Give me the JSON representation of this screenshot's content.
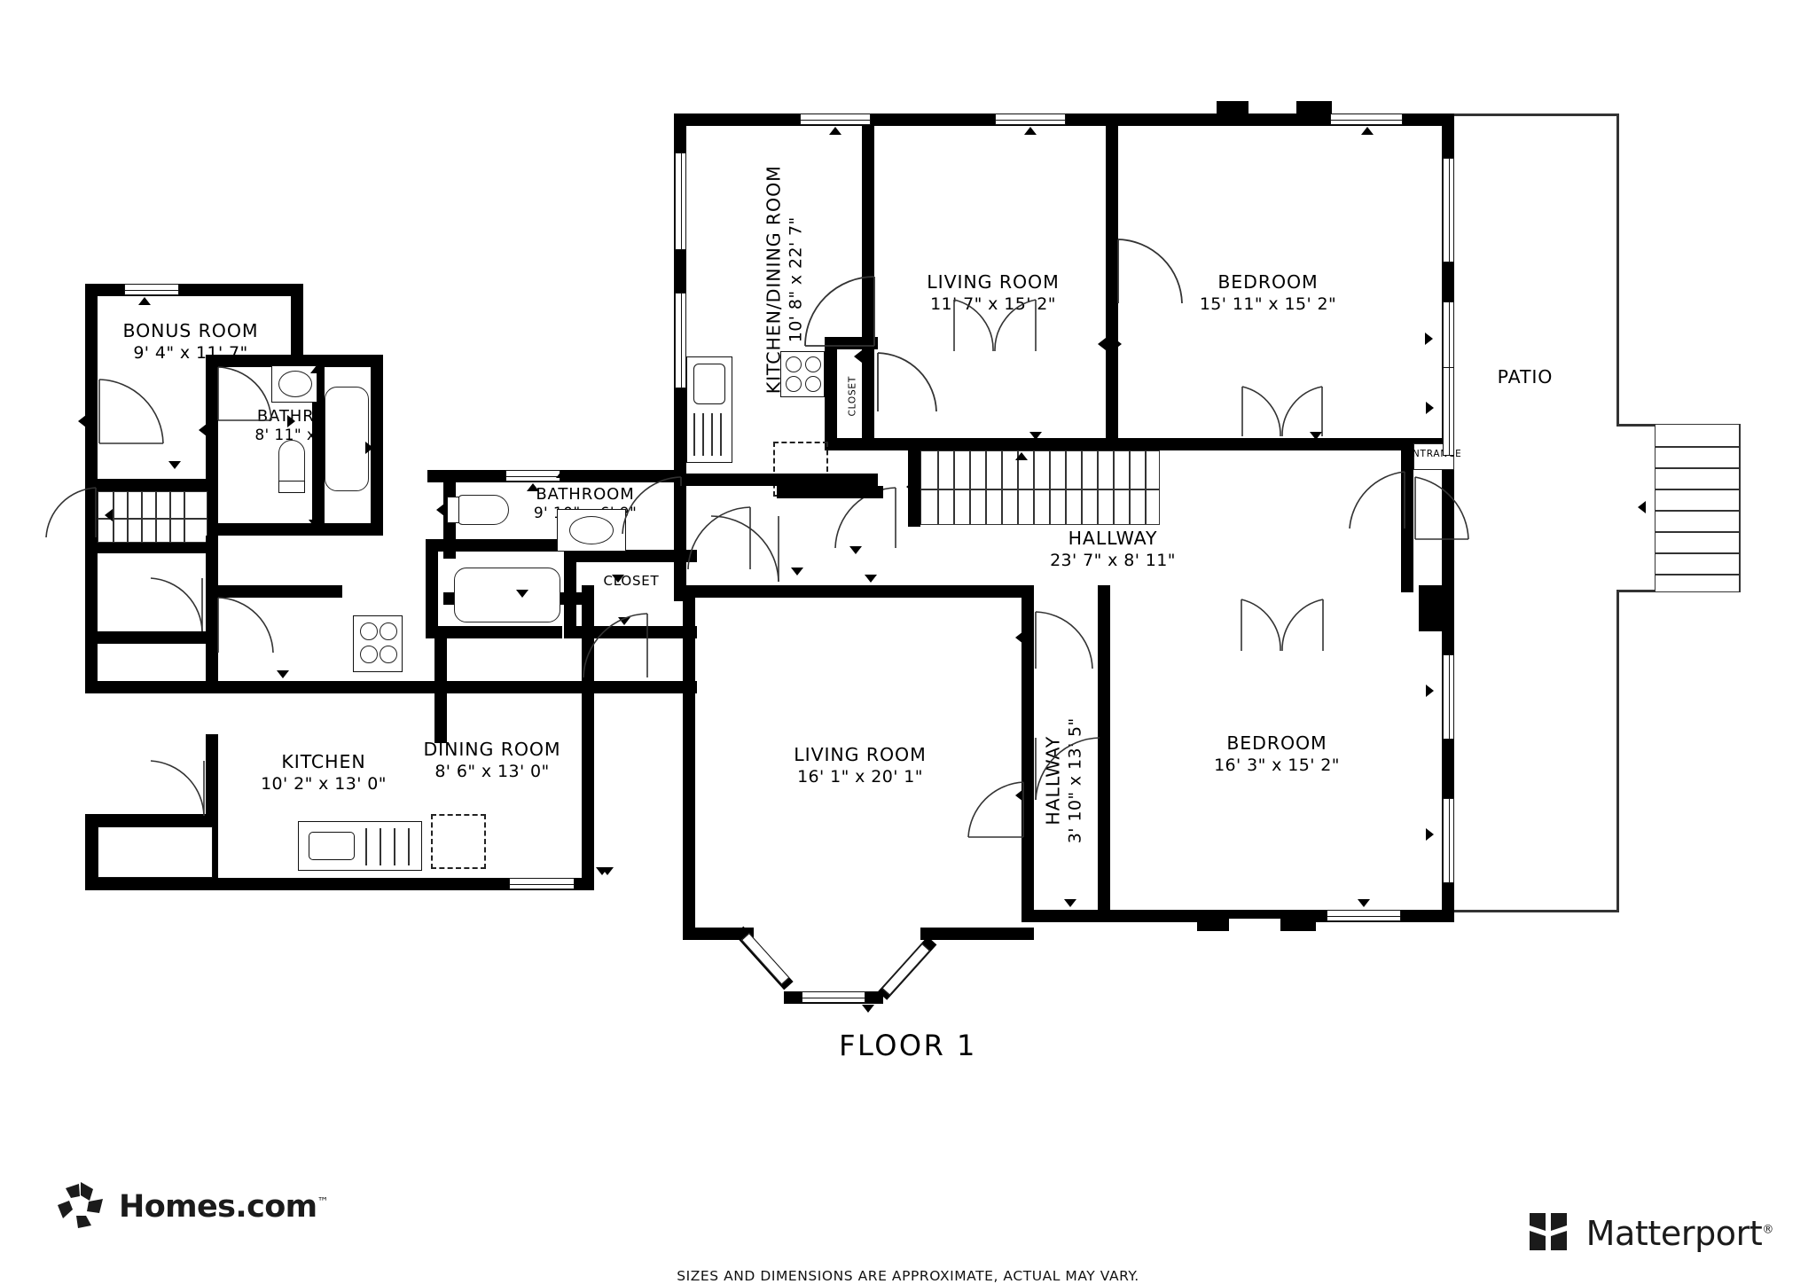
{
  "plan": {
    "floor_title": "FLOOR 1",
    "disclaimer": "SIZES AND DIMENSIONS ARE APPROXIMATE, ACTUAL MAY VARY."
  },
  "rooms": [
    {
      "id": "bonus-room",
      "name": "BONUS ROOM",
      "dimensions": "9' 4\" x 11' 7\""
    },
    {
      "id": "bathroom-left",
      "name": "BATHROOM",
      "dimensions": "8' 11\" x 6' 9\""
    },
    {
      "id": "bathroom-right",
      "name": "BATHROOM",
      "dimensions": "9' 10\" x 6' 9\""
    },
    {
      "id": "kitchen",
      "name": "KITCHEN",
      "dimensions": "10' 2\" x 13' 0\""
    },
    {
      "id": "dining-room",
      "name": "DINING ROOM",
      "dimensions": "8' 6\" x 13' 0\""
    },
    {
      "id": "living-room-lower",
      "name": "LIVING ROOM",
      "dimensions": "16' 1\" x 20' 1\""
    },
    {
      "id": "living-room-upper",
      "name": "LIVING ROOM",
      "dimensions": "11' 7\" x 15' 2\""
    },
    {
      "id": "kitchen-dining",
      "name": "KITCHEN/DINING ROOM",
      "dimensions": "10' 8\" x 22' 7\""
    },
    {
      "id": "bedroom-upper",
      "name": "BEDROOM",
      "dimensions": "15' 11\" x 15' 2\""
    },
    {
      "id": "bedroom-lower",
      "name": "BEDROOM",
      "dimensions": "16' 3\" x 15' 2\""
    },
    {
      "id": "hallway-main",
      "name": "HALLWAY",
      "dimensions": "23' 7\" x 8' 11\""
    },
    {
      "id": "hallway-small",
      "name": "HALLWAY",
      "dimensions": "3' 10\" x 13' 5\""
    }
  ],
  "small_labels": {
    "closet_kitchen_dining": "CLOSET",
    "closet_center_left": "CLOSET",
    "closet_center_right": "CLOSET",
    "patio": "PATIO",
    "entrance": "ENTRANCE"
  },
  "branding": {
    "homes_name": "Homes.com",
    "homes_mark": "™",
    "matterport_name": "Matterport",
    "matterport_mark": "®"
  },
  "colors": {
    "wall": "#000000",
    "background": "#ffffff",
    "fixture_stroke": "#222222",
    "text": "#000000"
  }
}
